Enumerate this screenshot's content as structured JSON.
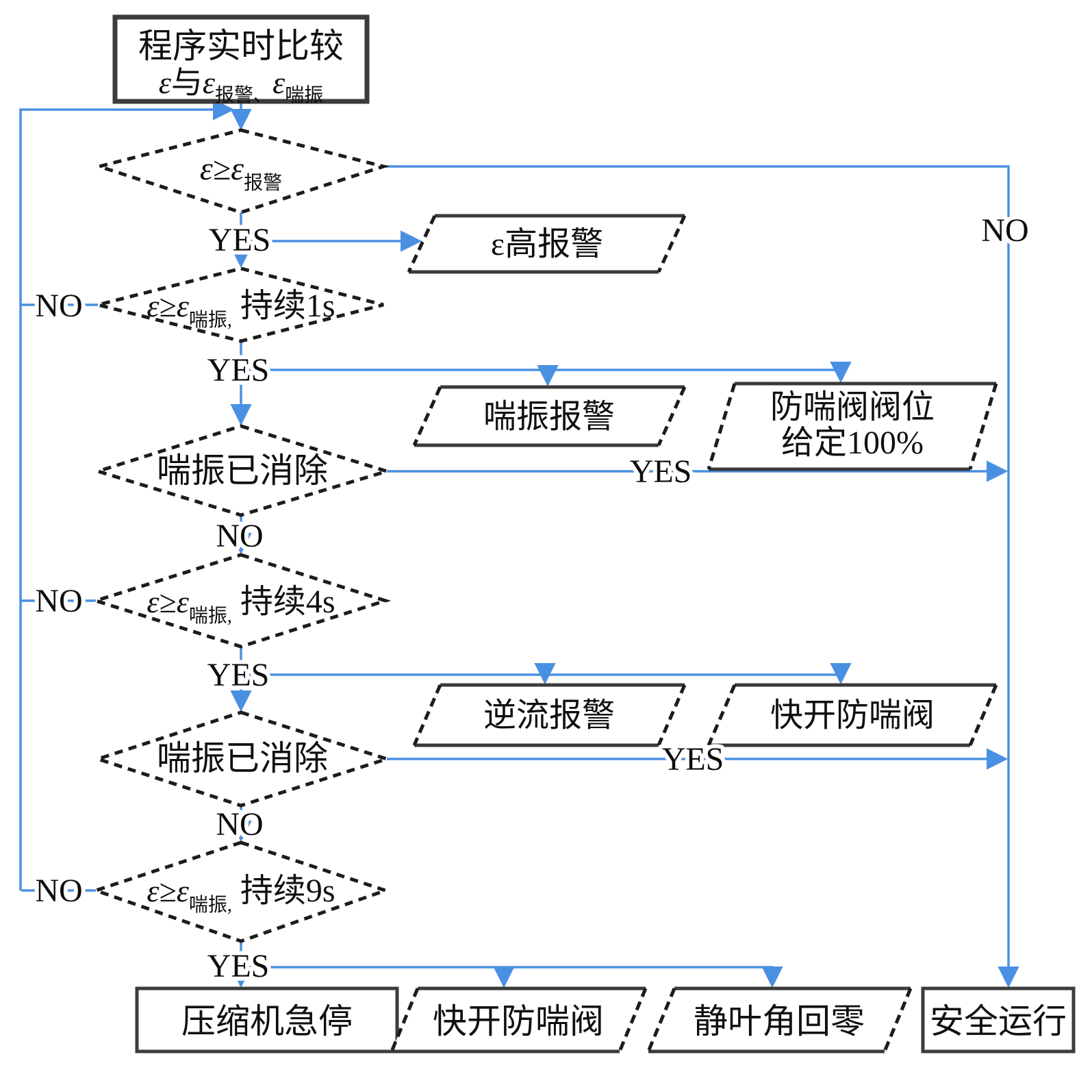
{
  "flowchart": {
    "title_node": {
      "line1": "程序实时比较",
      "eps1": "ε",
      "conj": "与",
      "eps2": "ε",
      "sub1": "报警、",
      "eps3": "ε",
      "sub2": "喘振"
    },
    "decisions": {
      "check_alarm": {
        "expr": "ε≥ε",
        "sub": "报警"
      },
      "check_surge_1s": {
        "expr": "ε≥ε",
        "sub": "喘振,",
        "duration": "持续1s"
      },
      "surge_cleared_1": {
        "label": "喘振已消除"
      },
      "check_surge_4s": {
        "expr": "ε≥ε",
        "sub": "喘振,",
        "duration": "持续4s"
      },
      "surge_cleared_2": {
        "label": "喘振已消除"
      },
      "check_surge_9s": {
        "expr": "ε≥ε",
        "sub": "喘振,",
        "duration": "持续9s"
      }
    },
    "outputs": {
      "high_alarm": "ε高报警",
      "surge_alarm": "喘振报警",
      "valve_100_line1": "防喘阀阀位",
      "valve_100_line2": "给定100%",
      "backflow_alarm": "逆流报警",
      "quick_open_valve_1": "快开防喘阀",
      "compressor_stop": "压缩机急停",
      "quick_open_valve_2": "快开防喘阀",
      "vane_zero": "静叶角回零",
      "safe_run": "安全运行"
    },
    "edge_labels": {
      "yes": "YES",
      "no": "NO"
    },
    "colors": {
      "line": "#4a90e2",
      "shape_border": "#1c1c1c",
      "rect_border": "#3c3c3c",
      "fill": "#ffffff",
      "text": "#101010"
    }
  }
}
